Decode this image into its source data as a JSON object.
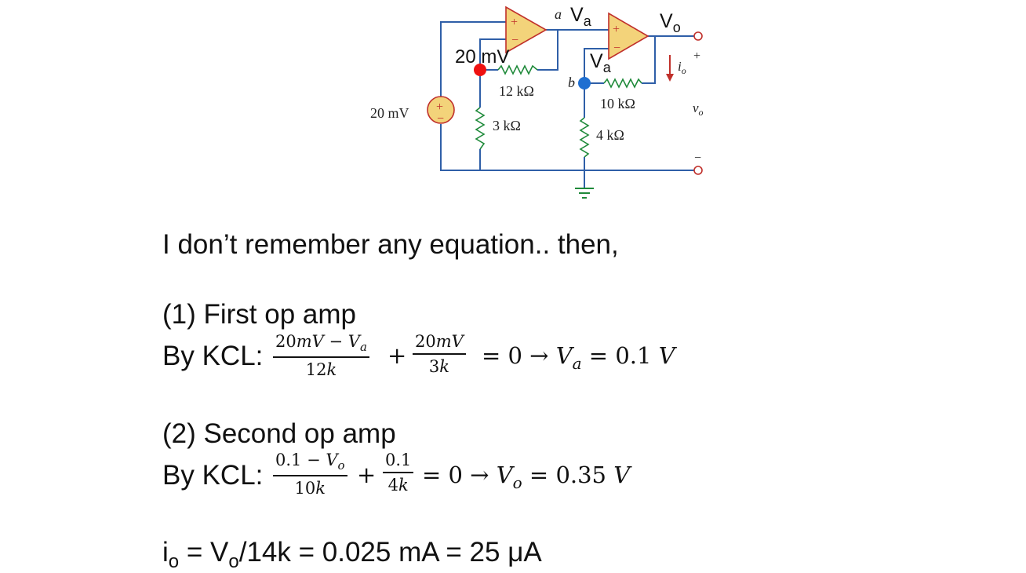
{
  "circuit": {
    "source_label": "20 mV",
    "source_plus": "+",
    "source_minus": "−",
    "r1": "12 kΩ",
    "r2": "3 kΩ",
    "r3": "10 kΩ",
    "r4": "4 kΩ",
    "node_a": "a",
    "node_b": "b",
    "opamp1_plus": "+",
    "opamp1_minus": "−",
    "opamp2_plus": "+",
    "opamp2_minus": "−",
    "out_plus": "+",
    "out_minus": "−",
    "vo_label": "v",
    "vo_sub": "o",
    "io_label": "i",
    "io_sub": "o",
    "anno_va_top": "V",
    "anno_va_top_sub": "a",
    "anno_vo": "V",
    "anno_vo_sub": "o",
    "anno_20mv": "20 mV",
    "anno_va_b": "V",
    "anno_va_b_sub": "a",
    "colors": {
      "wire": "#2f5fa8",
      "resistor": "#1f8a3a",
      "opamp_fill": "#f3d37a",
      "opamp_edge": "#c0302b",
      "node_red": "#ee1111",
      "node_blue": "#1f6fd1",
      "terminal": "#c0302b",
      "arrow": "#c0302b"
    }
  },
  "text": {
    "intro": "I don’t remember any equation.. then,",
    "step1_title": "(1) First op amp",
    "step1_prefix": "By KCL:",
    "eq1_frac1_num_a": "20",
    "eq1_frac1_num_b": "mV",
    "eq1_frac1_num_c": " − ",
    "eq1_frac1_num_d": "V",
    "eq1_frac1_num_e": "a",
    "eq1_frac1_den_a": "12",
    "eq1_frac1_den_b": "k",
    "eq1_plus": "+",
    "eq1_frac2_num_a": "20",
    "eq1_frac2_num_b": "mV",
    "eq1_frac2_den_a": "3",
    "eq1_frac2_den_b": "k",
    "eq1_rest": "= 0  →  ",
    "eq1_result_var": "V",
    "eq1_result_sub": "a",
    "eq1_result_val": " = 0.1 ",
    "eq1_result_unit": "V",
    "step2_title": "(2) Second op amp",
    "step2_prefix": "By KCL:",
    "eq2_frac1_num_a": "0.1 − ",
    "eq2_frac1_num_b": "V",
    "eq2_frac1_num_c": "o",
    "eq2_frac1_den_a": "10",
    "eq2_frac1_den_b": "k",
    "eq2_plus": "+",
    "eq2_frac2_num": "0.1",
    "eq2_frac2_den_a": "4",
    "eq2_frac2_den_b": "k",
    "eq2_rest": "= 0  →  ",
    "eq2_result_var": "V",
    "eq2_result_sub": "o",
    "eq2_result_val": " = 0.35 ",
    "eq2_result_unit": "V",
    "final_i": "i",
    "final_i_sub": "o",
    "final_mid": " = V",
    "final_v_sub": "o",
    "final_rest": "/14k = 0.025 mA = 25 μA"
  }
}
